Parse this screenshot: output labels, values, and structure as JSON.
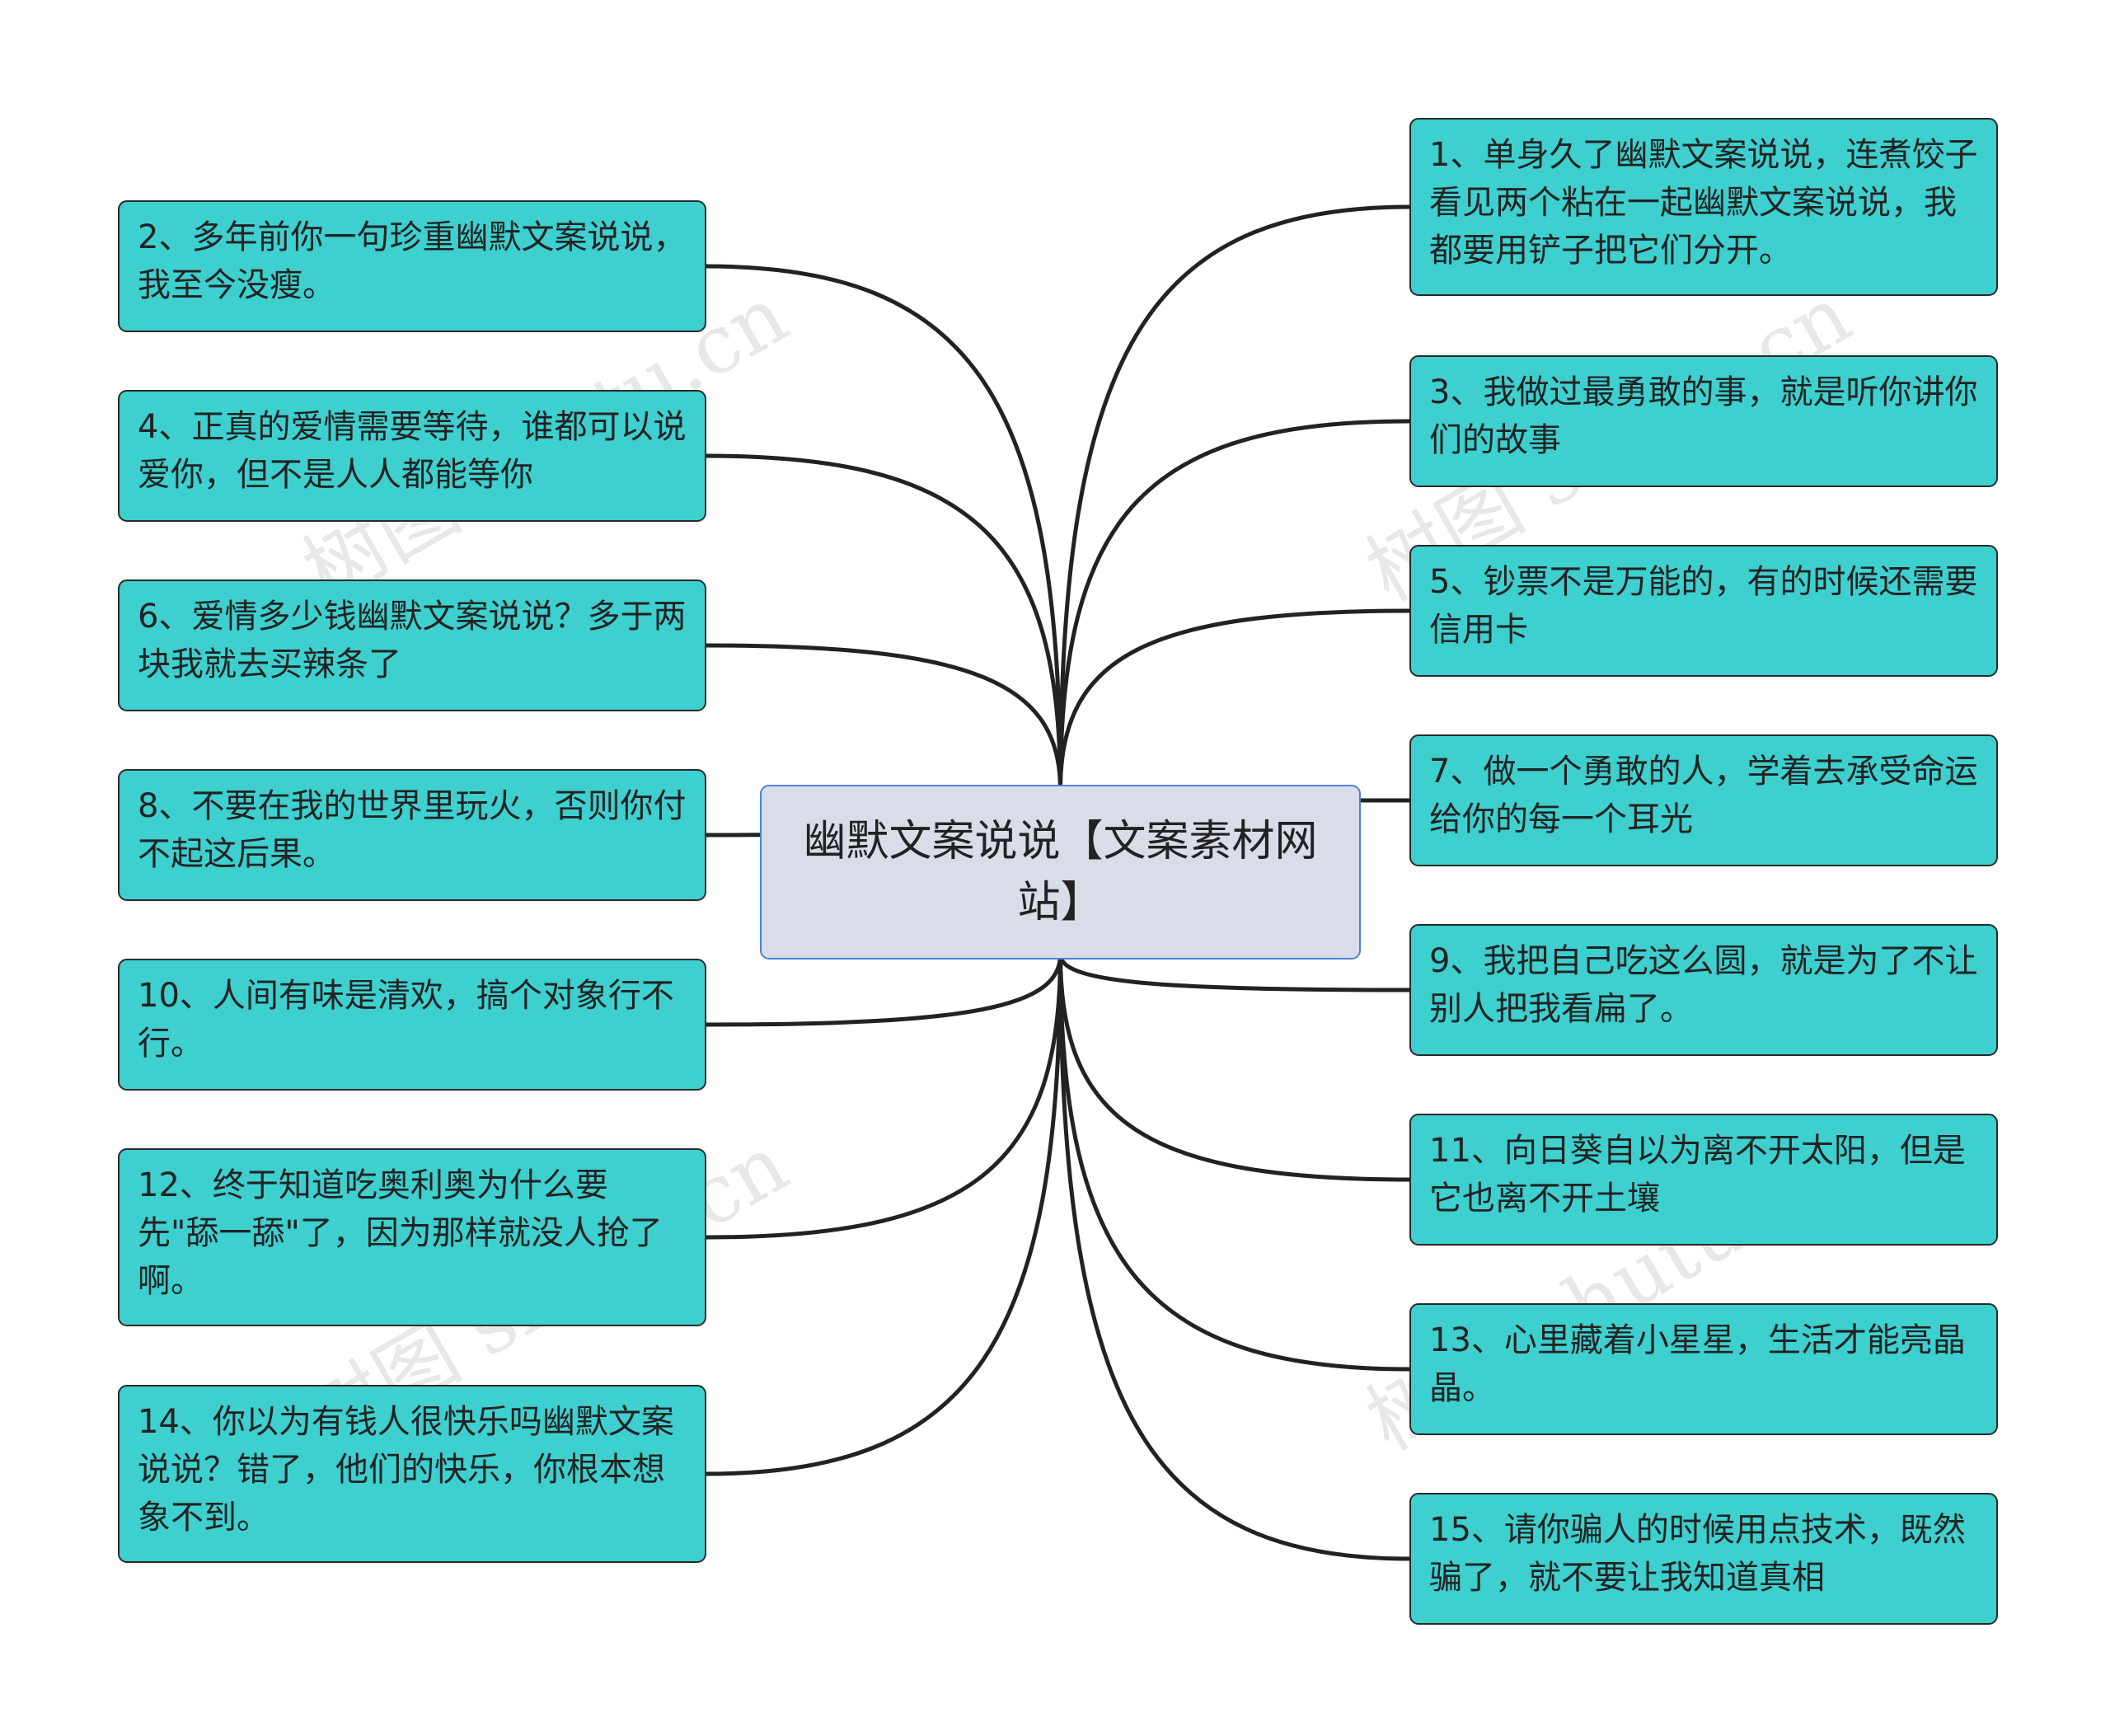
{
  "central_topic": "幽默文案说说【文案素材网站】",
  "watermark": "树图 shutu.cn",
  "nodes": {
    "n1": "1、单身久了幽默文案说说，连煮饺子看见两个粘在一起幽默文案说说，我都要用铲子把它们分开。",
    "n2": "2、多年前你一句珍重幽默文案说说，我至今没瘦。",
    "n3": "3、我做过最勇敢的事，就是听你讲你们的故事",
    "n4": "4、正真的爱情需要等待，谁都可以说爱你，但不是人人都能等你",
    "n5": "5、钞票不是万能的，有的时候还需要信用卡",
    "n6": "6、爱情多少钱幽默文案说说？多于两块我就去买辣条了",
    "n7": "7、做一个勇敢的人，学着去承受命运给你的每一个耳光",
    "n8": "8、不要在我的世界里玩火，否则你付不起这后果。",
    "n9": "9、我把自己吃这么圆，就是为了不让别人把我看扁了。",
    "n10": "10、人间有味是清欢，搞个对象行不行。",
    "n11": "11、向日葵自以为离不开太阳，但是它也离不开土壤",
    "n12": "12、终于知道吃奥利奥为什么要先\"舔一舔\"了，因为那样就没人抢了啊。",
    "n13": "13、心里藏着小星星，生活才能亮晶晶。",
    "n14": "14、你以为有钱人很快乐吗幽默文案说说？错了，他们的快乐，你根本想象不到。",
    "n15": "15、请你骗人的时候用点技术，既然骗了，就不要让我知道真相"
  },
  "colors": {
    "node_fill": "#3ecfcf",
    "center_fill": "#d8dde8",
    "center_border": "#4a82d8",
    "line": "#222222"
  }
}
